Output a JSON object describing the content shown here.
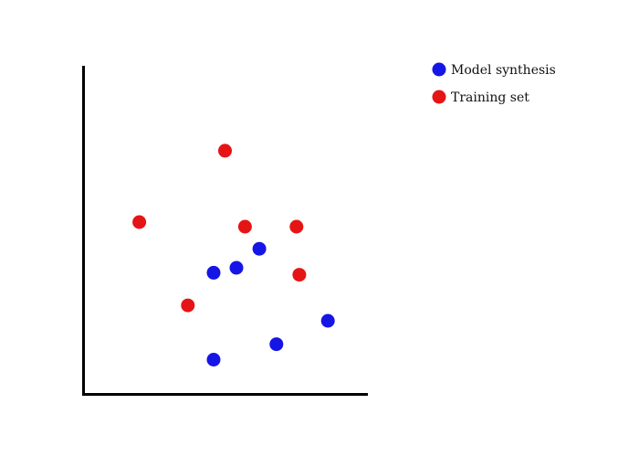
{
  "chart_data": {
    "type": "scatter",
    "title": "",
    "xlabel": "",
    "ylabel": "",
    "grid": false,
    "legend_position": "top-right",
    "xlim": [
      0,
      100
    ],
    "ylim": [
      0,
      100
    ],
    "series": [
      {
        "name": "Model synthesis",
        "color": "#1515e6",
        "points": [
          {
            "x": 46,
            "y": 37.1
          },
          {
            "x": 62,
            "y": 44.4
          },
          {
            "x": 86,
            "y": 22.5
          },
          {
            "x": 54,
            "y": 38.6
          },
          {
            "x": 68,
            "y": 15.4
          },
          {
            "x": 46,
            "y": 10.7
          }
        ]
      },
      {
        "name": "Training set",
        "color": "#e61515",
        "points": [
          {
            "x": 50,
            "y": 74.2
          },
          {
            "x": 20,
            "y": 52.5
          },
          {
            "x": 57,
            "y": 51.1
          },
          {
            "x": 75,
            "y": 51.1
          },
          {
            "x": 76,
            "y": 36.5
          },
          {
            "x": 37,
            "y": 27.2
          }
        ]
      }
    ]
  }
}
